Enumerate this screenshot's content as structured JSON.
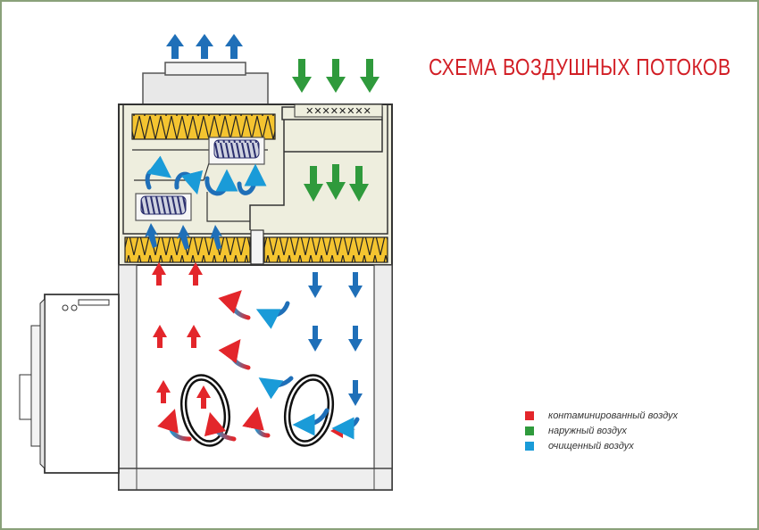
{
  "title": "СХЕМА ВОЗДУШНЫХ ПОТОКОВ",
  "colors": {
    "title": "#d21f26",
    "contaminated": "#e3262b",
    "external": "#2f9a3c",
    "clean": "#1a9bd8",
    "frame": "#8aa17a",
    "cabinet_fill": "#eeeede",
    "filter": "#f4c430"
  },
  "legend": [
    {
      "label": "контаминированный воздух",
      "color": "#e3262b"
    },
    {
      "label": "наружный воздух",
      "color": "#2f9a3c"
    },
    {
      "label": "очищенный воздух",
      "color": "#1a9bd8"
    }
  ]
}
